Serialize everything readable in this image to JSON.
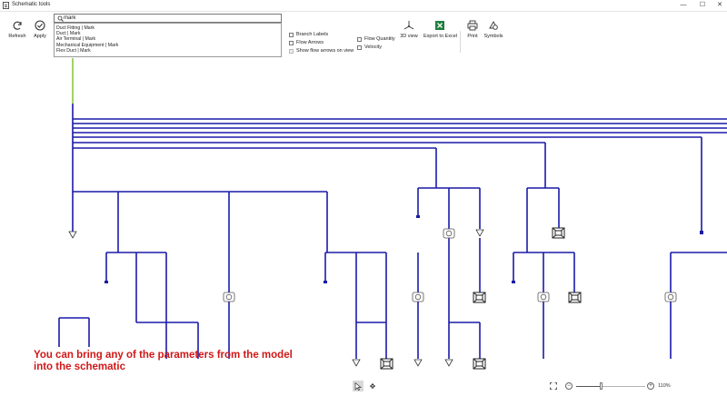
{
  "window": {
    "title": "Schematic tools",
    "controls": {
      "minimize": "—",
      "maximize": "☐",
      "close": "✕"
    }
  },
  "toolbar": {
    "refresh_label": "Refresh",
    "apply_label": "Apply",
    "search": {
      "value": "mark",
      "placeholder": ""
    },
    "suggestions": [
      "Duct Fitting | Mark",
      "Duct | Mark",
      "Air Terminal | Mark",
      "Mechanical Equipment | Mark",
      "Flex Duct | Mark"
    ],
    "checkboxes": {
      "branch_labels": "Branch Labels",
      "flow_arrows": "Flow Arrows",
      "show_flow_arrows": "Show flow arrows on view",
      "flow_quantity": "Flow Quantity",
      "velocity": "Velocity"
    },
    "view3d_label": "3D view",
    "export_label": "Export to Excel",
    "print_label": "Print",
    "symbols_label": "Symbols"
  },
  "caption": "You can bring any of the parameters from the model into the schematic",
  "zoom": {
    "value_label": "110%",
    "minus": "−",
    "plus": "+",
    "level": 0.36
  },
  "bottom_tools": {
    "select": "▲",
    "pan": "✥"
  },
  "colors": {
    "duct": "#1a1aa8",
    "highlight": "#8cc63f",
    "caption": "#d01818",
    "excel": "#1e7e3e"
  }
}
